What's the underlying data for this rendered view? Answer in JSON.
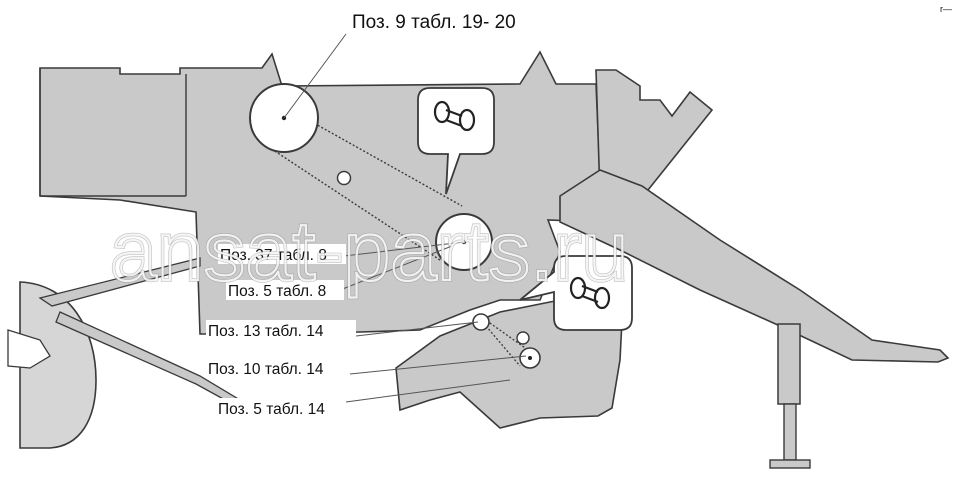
{
  "watermark": "ansat-parts.ru",
  "corner_mark": "r—",
  "callouts": {
    "top": "Поз. 9 табл. 19- 20",
    "poz37": "Поз. 37 табл. 8",
    "poz5_t8": "Поз. 5 табл. 8",
    "poz13": "Поз. 13 табл. 14",
    "poz10": "Поз. 10 табл. 14",
    "poz5_t14": "Поз. 5 табл. 14"
  },
  "colors": {
    "body_fill": "#c9c9c9",
    "outline": "#3a3a3a",
    "bubble_fill": "#ffffff",
    "text": "#111111"
  }
}
